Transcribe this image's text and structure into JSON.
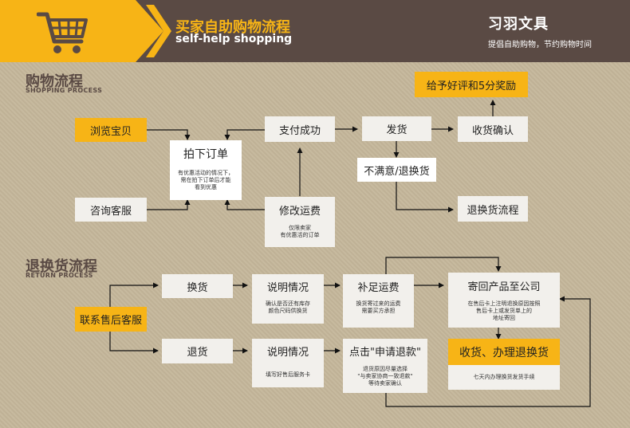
{
  "header": {
    "title_cn": "买家自助购物流程",
    "title_en": "self-help shopping",
    "brand": "习羽文具",
    "slogan": "提倡自助购物，节约购物时间",
    "cart_icon": "shopping-cart-icon"
  },
  "colors": {
    "header": "#5a4a44",
    "accent": "#f7b416",
    "background": "#c5b79b",
    "box": "#f2f0ec"
  },
  "shopping": {
    "title_cn": "购物流程",
    "title_en": "SHOPPING PROCESS",
    "nodes": {
      "browse": "浏览宝贝",
      "order": "拍下订单",
      "order_note": [
        "有优惠活动的情况下，",
        "需在拍下订单后才能",
        "看到优惠"
      ],
      "consult": "咨询客服",
      "pay": "支付成功",
      "modify": "修改运费",
      "modify_note": [
        "仅限卖家",
        "有优惠活的订单"
      ],
      "ship": "发货",
      "confirm": "收货确认",
      "praise": "给予好评和5分奖励",
      "unsatisfied": "不满意/退换货",
      "return_flow": "退换货流程"
    }
  },
  "returns": {
    "title_cn": "退换货流程",
    "title_en": "RETURN PROCESS",
    "nodes": {
      "contact": "联系售后客服",
      "exchange": "换货",
      "explain1": "说明情况",
      "explain1_note": [
        "确认是否还有库存",
        "颜色尺码供换货"
      ],
      "freight": "补足运费",
      "freight_note": [
        "换货寄过来的运费",
        "需要买方承担"
      ],
      "send": "寄回产品至公司",
      "send_note": [
        "在售后卡上注明退换原因按照",
        "售后卡上或发货单上的",
        "地址寄回"
      ],
      "refund": "退货",
      "explain2": "说明情况",
      "explain2_note": [
        "填写好售后服务卡"
      ],
      "apply": "点击\"申请退款\"",
      "apply_note": [
        "退货原因尽量选择",
        "\"与卖家协商一致退款\"",
        "等待卖家确认"
      ],
      "receive": "收货、办理退换货",
      "receive_note": [
        "七天内办理换货发货手续"
      ]
    }
  }
}
